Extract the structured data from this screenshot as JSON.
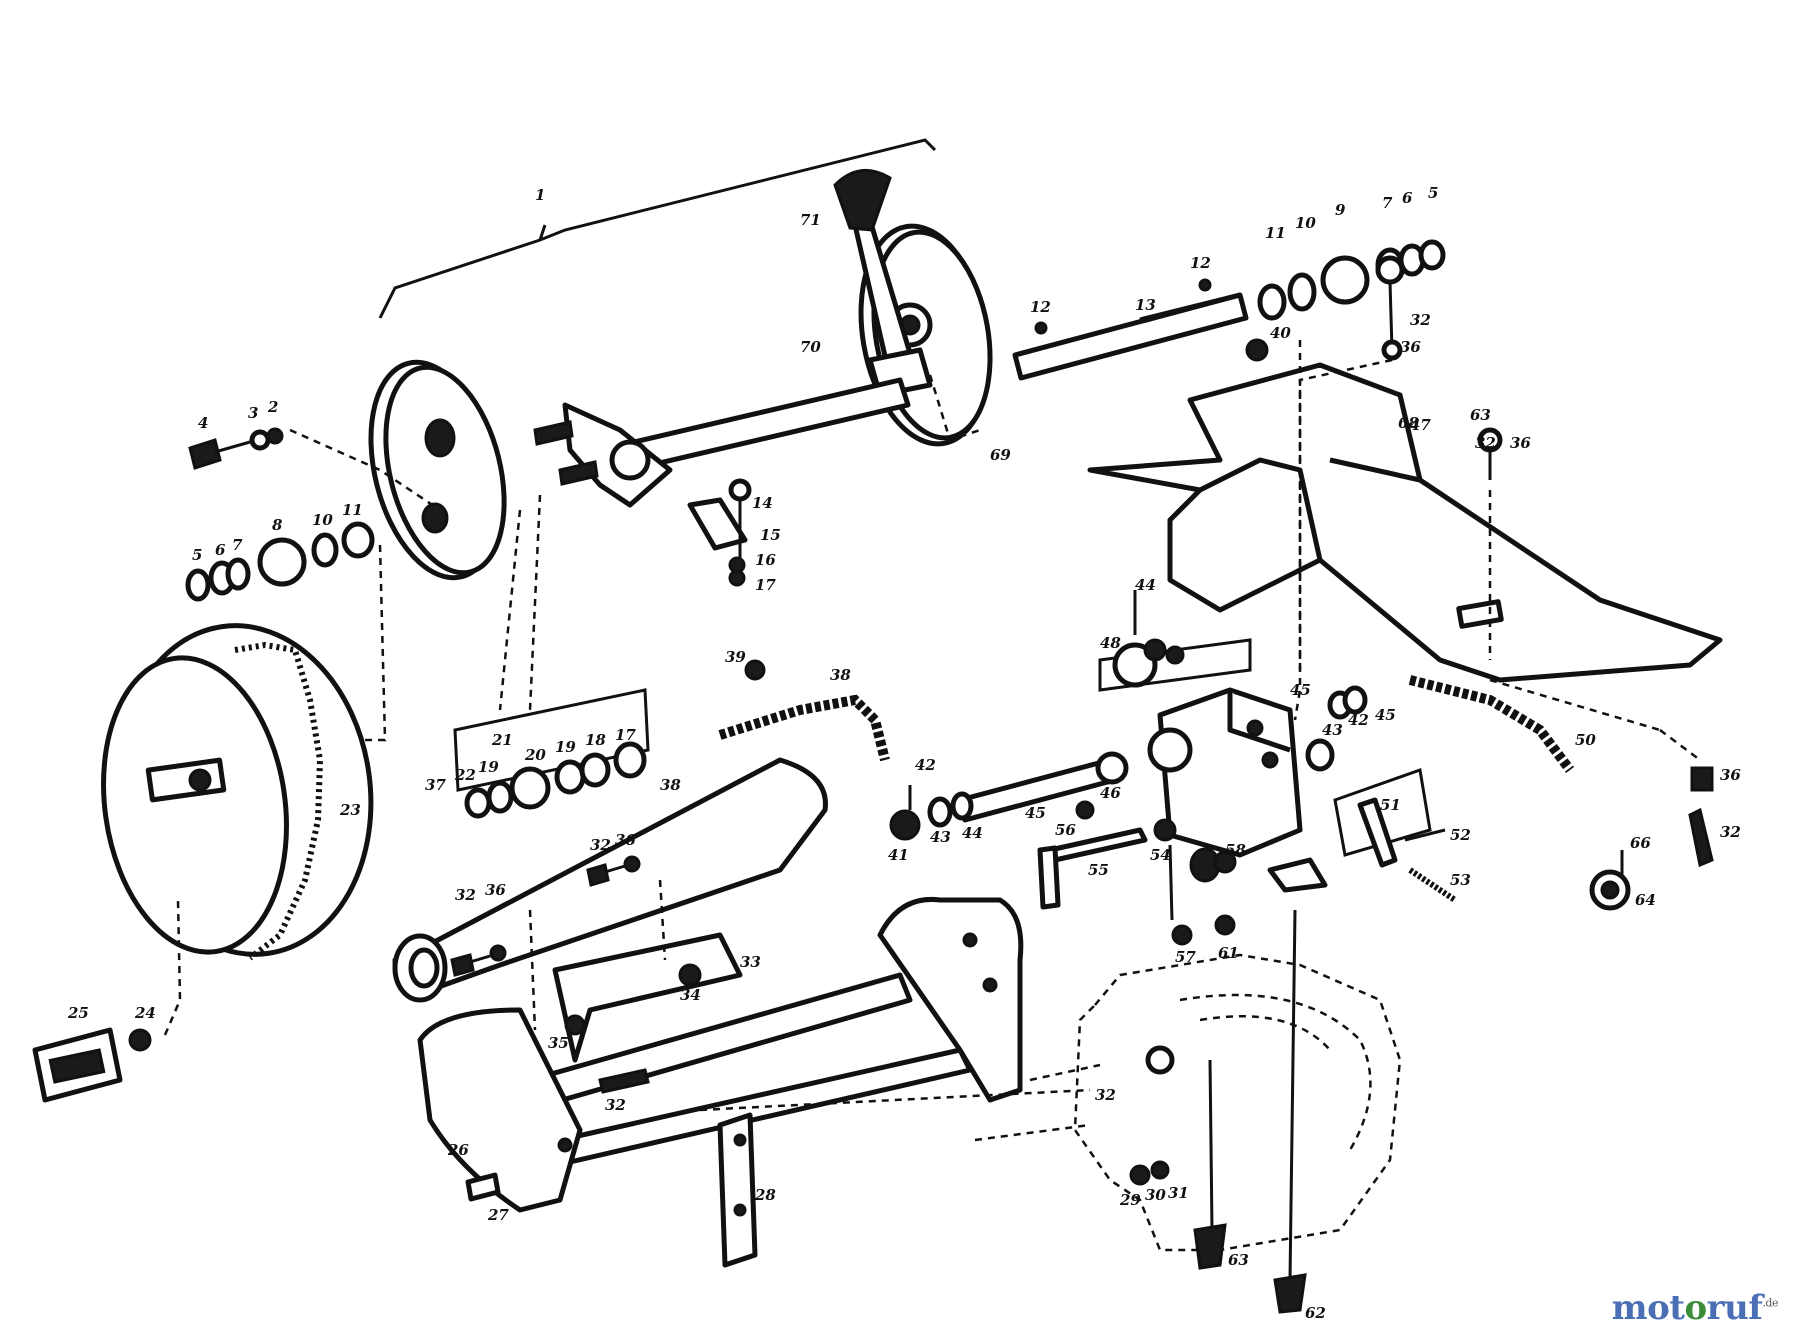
{
  "labels": [
    {
      "id": "1",
      "text": "1"
    },
    {
      "id": "2",
      "text": "2"
    },
    {
      "id": "3",
      "text": "3"
    },
    {
      "id": "4",
      "text": "4"
    },
    {
      "id": "5a",
      "text": "5"
    },
    {
      "id": "6a",
      "text": "6"
    },
    {
      "id": "7a",
      "text": "7"
    },
    {
      "id": "8",
      "text": "8"
    },
    {
      "id": "10a",
      "text": "10"
    },
    {
      "id": "11a",
      "text": "11"
    },
    {
      "id": "5b",
      "text": "5"
    },
    {
      "id": "6b",
      "text": "6"
    },
    {
      "id": "7b",
      "text": "7"
    },
    {
      "id": "9",
      "text": "9"
    },
    {
      "id": "10b",
      "text": "10"
    },
    {
      "id": "11b",
      "text": "11"
    },
    {
      "id": "12a",
      "text": "12"
    },
    {
      "id": "12b",
      "text": "12"
    },
    {
      "id": "13",
      "text": "13"
    },
    {
      "id": "14",
      "text": "14"
    },
    {
      "id": "15",
      "text": "15"
    },
    {
      "id": "16",
      "text": "16"
    },
    {
      "id": "17",
      "text": "17"
    },
    {
      "id": "17b",
      "text": "17"
    },
    {
      "id": "18",
      "text": "18"
    },
    {
      "id": "19",
      "text": "19"
    },
    {
      "id": "20",
      "text": "20"
    },
    {
      "id": "21",
      "text": "21"
    },
    {
      "id": "22",
      "text": "22"
    },
    {
      "id": "19b",
      "text": "19"
    },
    {
      "id": "23",
      "text": "23"
    },
    {
      "id": "24",
      "text": "24"
    },
    {
      "id": "25",
      "text": "25"
    },
    {
      "id": "26",
      "text": "26"
    },
    {
      "id": "27",
      "text": "27"
    },
    {
      "id": "28",
      "text": "28"
    },
    {
      "id": "29",
      "text": "29"
    },
    {
      "id": "30",
      "text": "30"
    },
    {
      "id": "31",
      "text": "31"
    },
    {
      "id": "32a",
      "text": "32"
    },
    {
      "id": "32b",
      "text": "32"
    },
    {
      "id": "32c",
      "text": "32"
    },
    {
      "id": "32d",
      "text": "32"
    },
    {
      "id": "32e",
      "text": "32"
    },
    {
      "id": "32f",
      "text": "32"
    },
    {
      "id": "33",
      "text": "33"
    },
    {
      "id": "34",
      "text": "34"
    },
    {
      "id": "35",
      "text": "35"
    },
    {
      "id": "36a",
      "text": "36"
    },
    {
      "id": "36b",
      "text": "36"
    },
    {
      "id": "36c",
      "text": "36"
    },
    {
      "id": "36d",
      "text": "36"
    },
    {
      "id": "36e",
      "text": "36"
    },
    {
      "id": "37",
      "text": "37"
    },
    {
      "id": "38",
      "text": "38"
    },
    {
      "id": "39",
      "text": "39"
    },
    {
      "id": "38b",
      "text": "38"
    },
    {
      "id": "40",
      "text": "40"
    },
    {
      "id": "41",
      "text": "41"
    },
    {
      "id": "42a",
      "text": "42"
    },
    {
      "id": "43a",
      "text": "43"
    },
    {
      "id": "44a",
      "text": "44"
    },
    {
      "id": "45a",
      "text": "45"
    },
    {
      "id": "46",
      "text": "46"
    },
    {
      "id": "47",
      "text": "47"
    },
    {
      "id": "44b",
      "text": "44"
    },
    {
      "id": "48",
      "text": "48"
    },
    {
      "id": "45b",
      "text": "45"
    },
    {
      "id": "43b",
      "text": "43"
    },
    {
      "id": "42b",
      "text": "42"
    },
    {
      "id": "45c",
      "text": "45"
    },
    {
      "id": "50",
      "text": "50"
    },
    {
      "id": "51",
      "text": "51"
    },
    {
      "id": "52",
      "text": "52"
    },
    {
      "id": "53",
      "text": "53"
    },
    {
      "id": "54",
      "text": "54"
    },
    {
      "id": "55",
      "text": "55"
    },
    {
      "id": "56",
      "text": "56"
    },
    {
      "id": "57",
      "text": "57"
    },
    {
      "id": "58",
      "text": "58"
    },
    {
      "id": "61",
      "text": "61"
    },
    {
      "id": "62",
      "text": "62"
    },
    {
      "id": "63a",
      "text": "63"
    },
    {
      "id": "64",
      "text": "64"
    },
    {
      "id": "66",
      "text": "66"
    },
    {
      "id": "68",
      "text": "68"
    },
    {
      "id": "69",
      "text": "69"
    },
    {
      "id": "70",
      "text": "70"
    },
    {
      "id": "71",
      "text": "71"
    },
    {
      "id": "32g",
      "text": "32"
    },
    {
      "id": "63b",
      "text": "63"
    }
  ],
  "watermark": {
    "part1": "mot",
    "part2": "o",
    "part3": "ruf",
    "suffix": ".de"
  }
}
